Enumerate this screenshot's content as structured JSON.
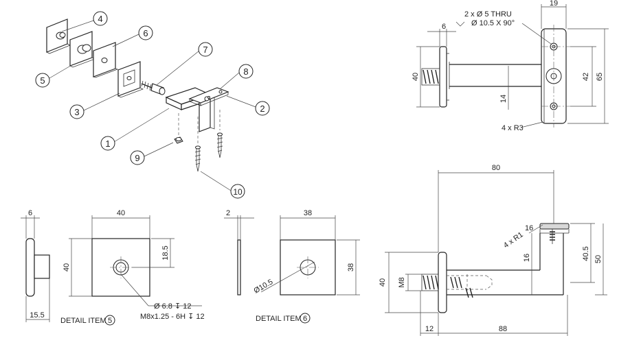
{
  "balloons": [
    "1",
    "2",
    "3",
    "4",
    "5",
    "6",
    "7",
    "8",
    "9",
    "10"
  ],
  "top_view": {
    "dim_19": "19",
    "dim_6": "6",
    "note_line1": "2 x Ø 5 THRU",
    "note_line2": "Ø 10.5 X 90°",
    "dim_40": "40",
    "dim_14": "14",
    "dim_42": "42",
    "dim_65": "65",
    "radius_note": "4 x R3"
  },
  "side_view": {
    "dim_80": "80",
    "dim_16": "16",
    "radius_note": "4 x R1",
    "dim_16b": "16",
    "dim_40_5": "40.5",
    "dim_50": "50",
    "dim_40": "40",
    "thread": "M8",
    "dim_12": "12",
    "dim_88": "88"
  },
  "detail5": {
    "dim_6": "6",
    "dim_40_top": "40",
    "dim_40_side": "40",
    "dim_18_5": "18.5",
    "dim_15_5": "15.5",
    "note_line1": "Ø  6.8 ↧ 12",
    "note_line2": "M8x1.25 - 6H ↧ 12",
    "caption": "DETAIL ITEM",
    "caption_num": "5"
  },
  "detail6": {
    "dim_2": "2",
    "dim_38_top": "38",
    "dim_38_side": "38",
    "dim_10_5": "Ø10.5",
    "caption": "DETAIL ITEM",
    "caption_num": "6"
  }
}
